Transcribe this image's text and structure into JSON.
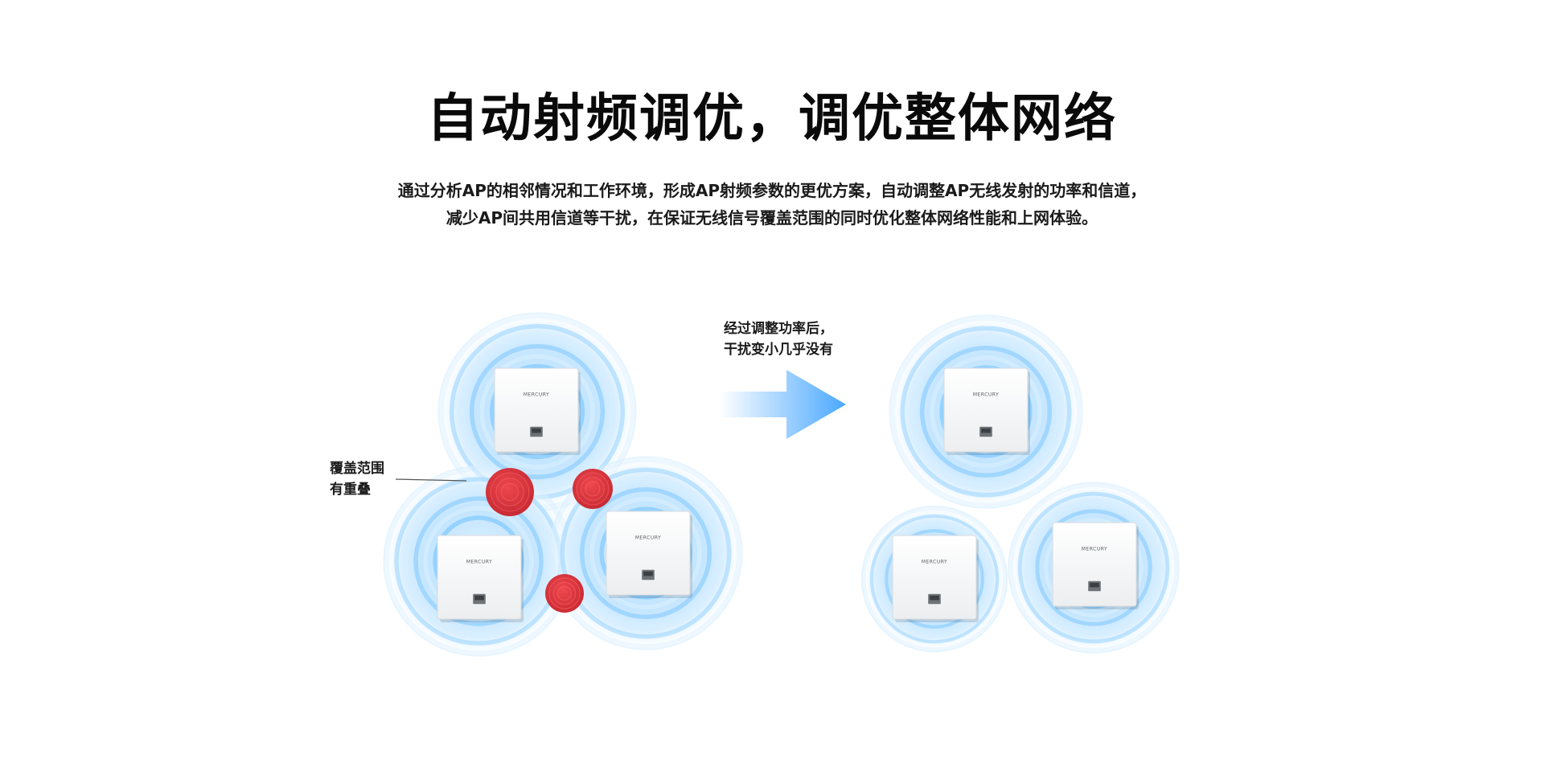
{
  "header": {
    "title": "自动射频调优，调优整体网络",
    "description_lines": [
      "通过分析AP的相邻情况和工作环境，形成AP射频参数的更优方案，自动调整AP无线发射的功率和信道，",
      "减少AP间共用信道等干扰，在保证无线信号覆盖范围的同时优化整体网络性能和上网体验。"
    ]
  },
  "diagram": {
    "before": {
      "overlap_label_lines": [
        "覆盖范围",
        "有重叠"
      ],
      "ap_count": 3,
      "overlap_zone_count": 3
    },
    "after": {
      "ap_count": 3
    },
    "arrow_label_lines": [
      "经过调整功率后，",
      "干扰变小几乎没有"
    ],
    "device_brand": "MERCURY",
    "colors": {
      "signal": "#8fcfff",
      "signal_light": "#d6eeff",
      "overlap": "#e0242b",
      "arrow": "#4aa8ff",
      "device": "#f6f7f8"
    }
  }
}
